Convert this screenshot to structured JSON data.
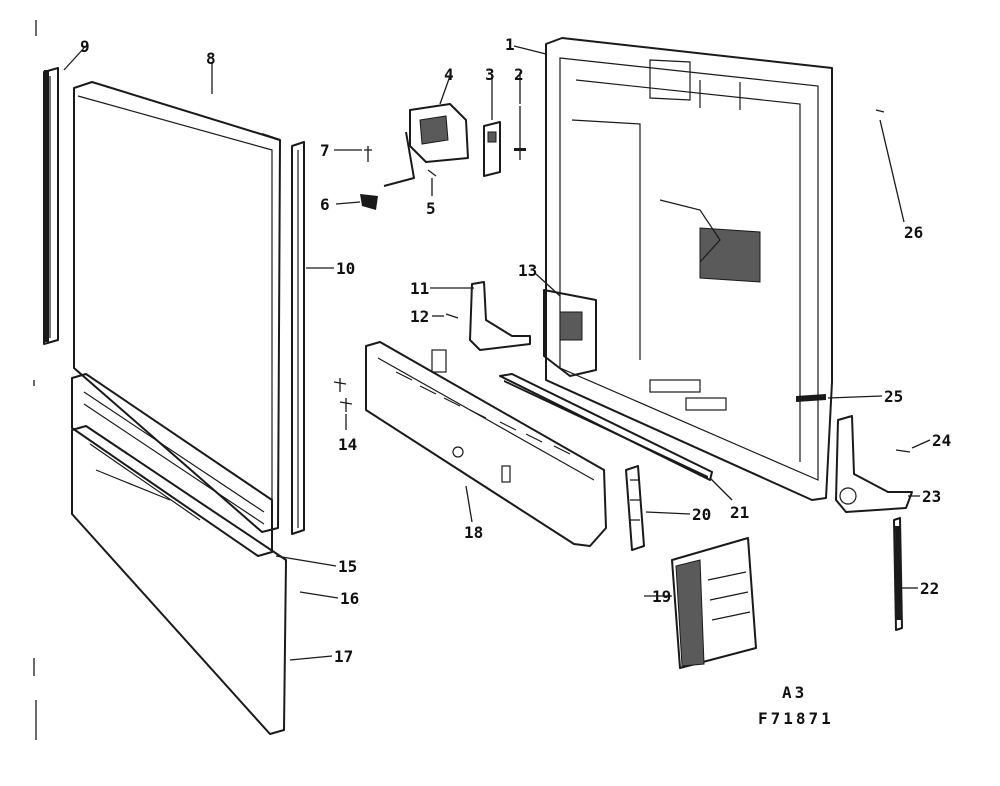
{
  "diagram": {
    "type": "exploded-parts-diagram",
    "callouts": [
      "1",
      "2",
      "3",
      "4",
      "5",
      "6",
      "7",
      "8",
      "9",
      "10",
      "11",
      "12",
      "13",
      "14",
      "15",
      "16",
      "17",
      "18",
      "19",
      "20",
      "21",
      "22",
      "23",
      "24",
      "25",
      "26"
    ],
    "section_code": "A3",
    "figure_number": "F71871"
  }
}
